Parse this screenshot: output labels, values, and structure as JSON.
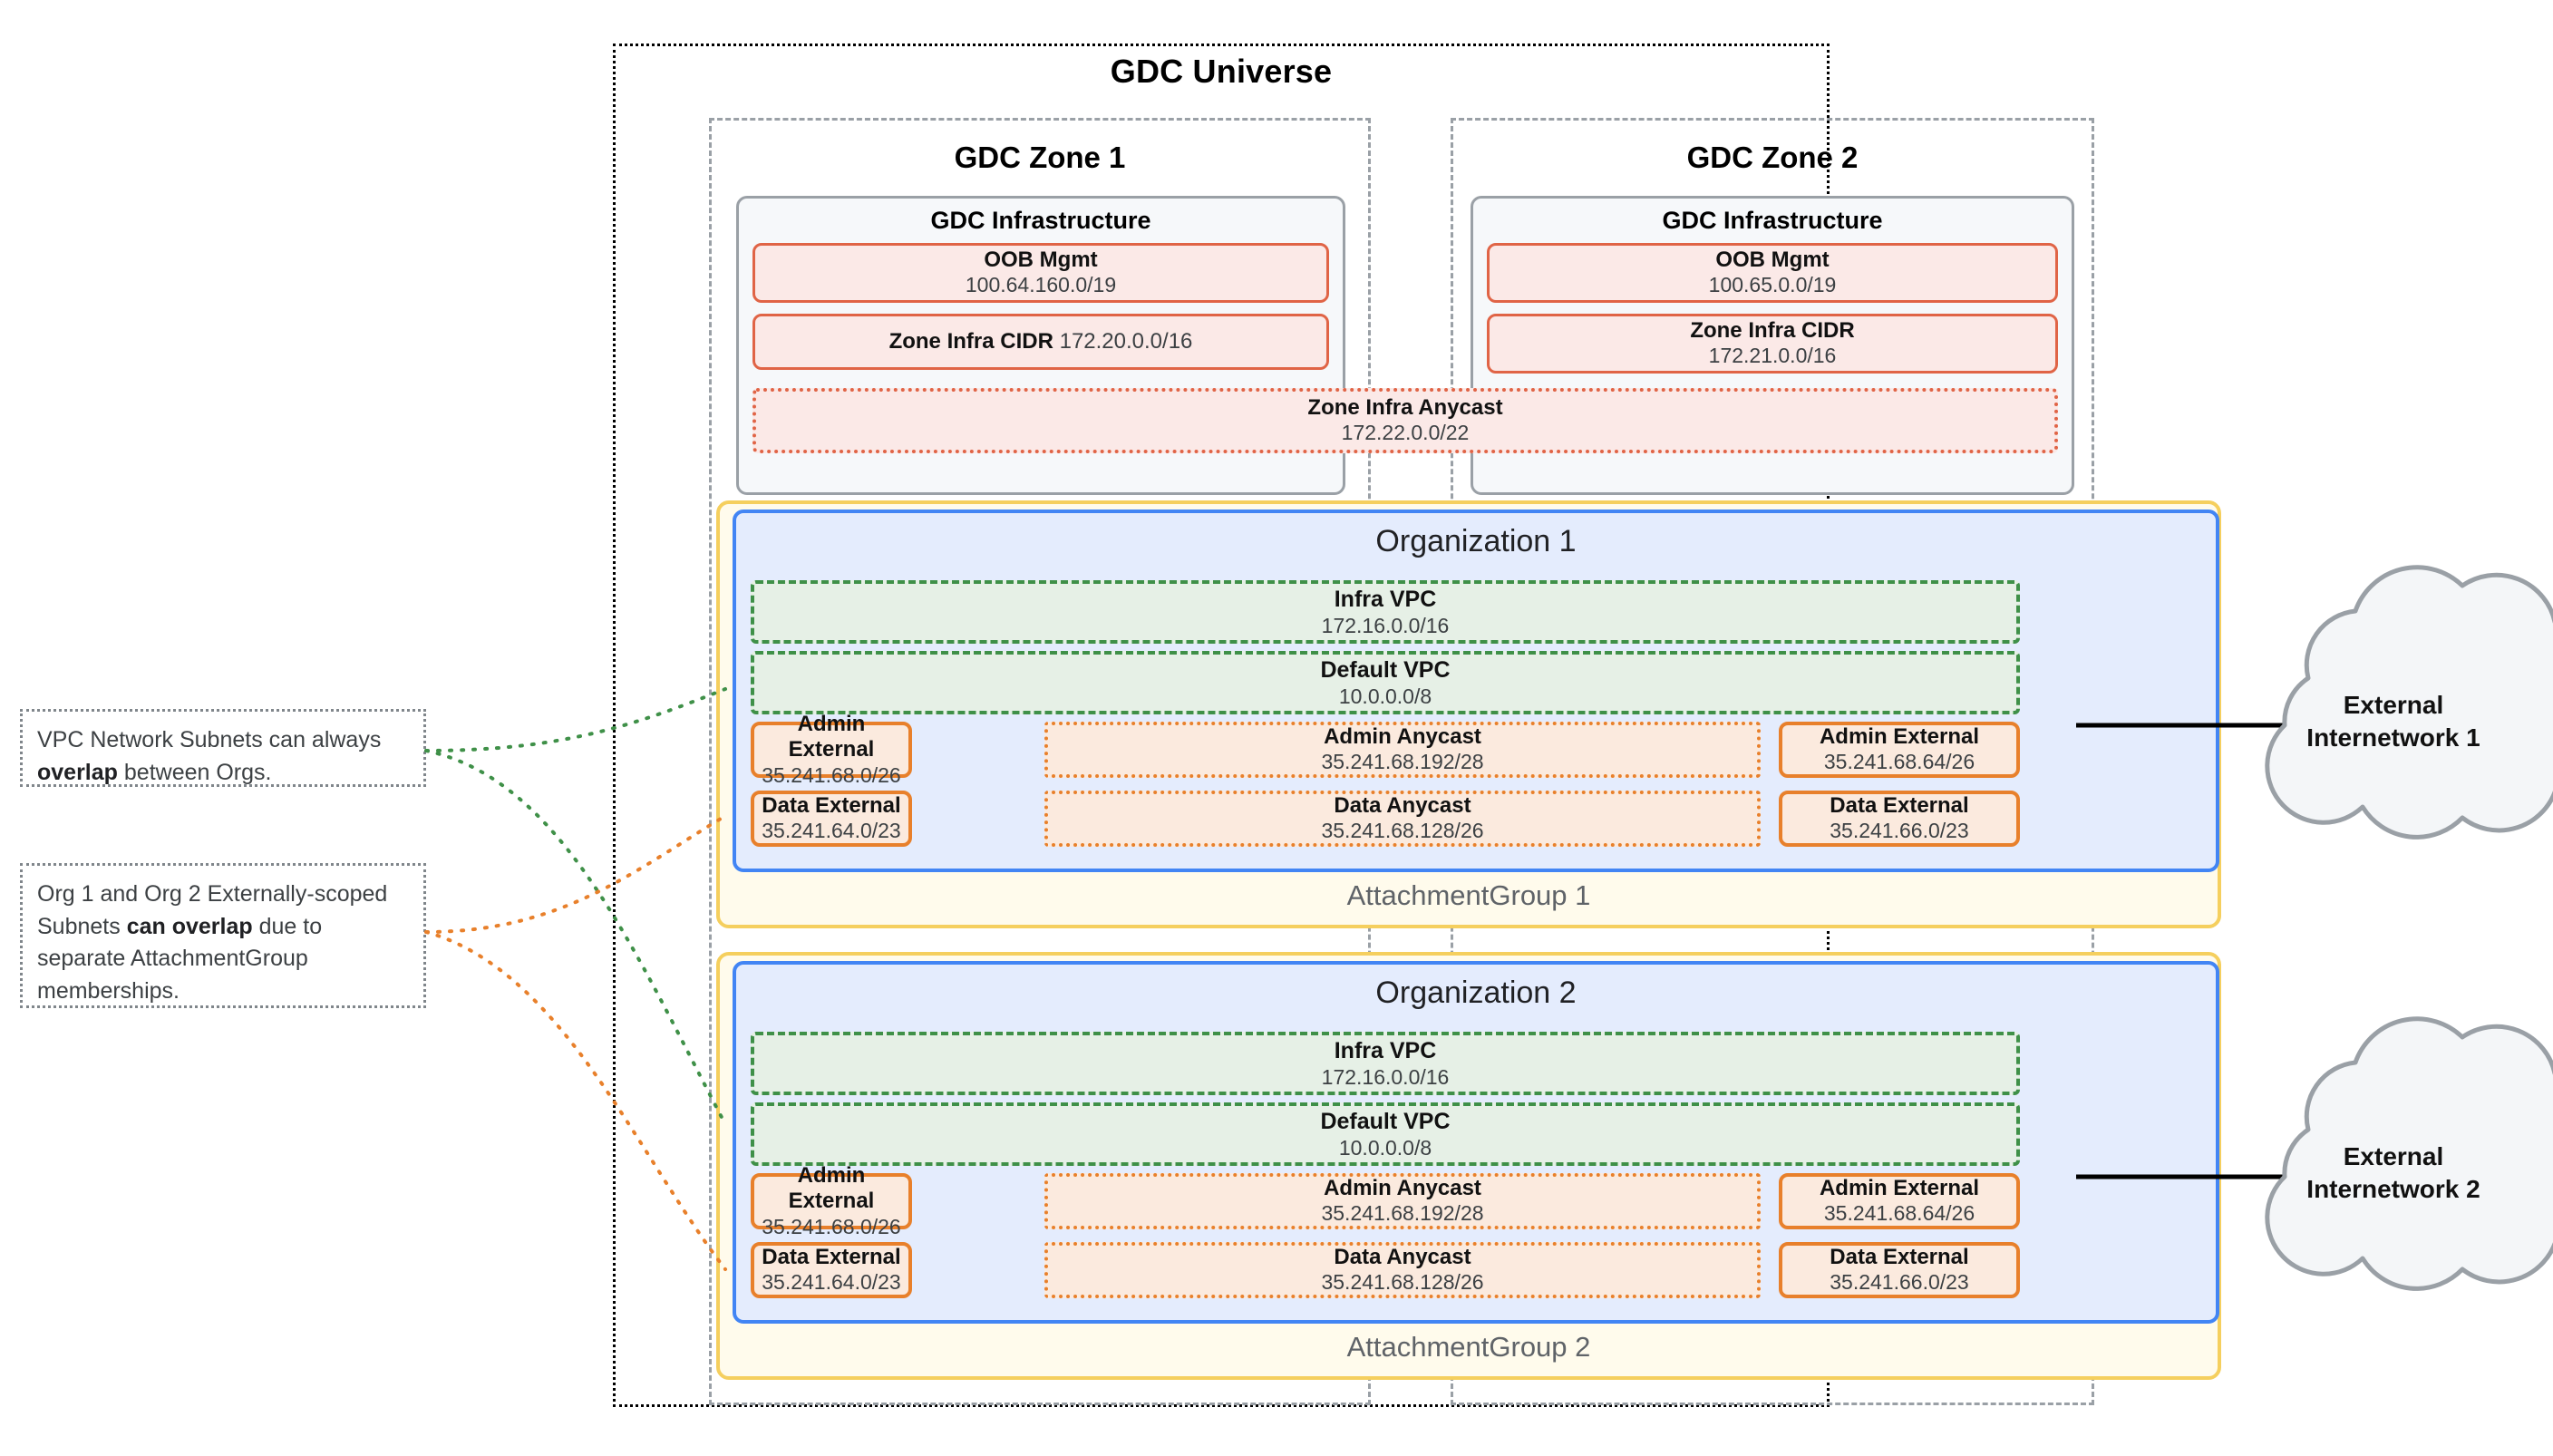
{
  "universe": {
    "title": "GDC Universe"
  },
  "zones": [
    {
      "title": "GDC Zone 1",
      "infra_title": "GDC Infrastructure",
      "oob": {
        "title": "OOB Mgmt",
        "cidr": "100.64.160.0/19"
      },
      "zone_infra_cidr": {
        "title": "Zone Infra CIDR",
        "cidr": "172.20.0.0/16",
        "inline": true
      }
    },
    {
      "title": "GDC Zone 2",
      "infra_title": "GDC Infrastructure",
      "oob": {
        "title": "OOB Mgmt",
        "cidr": "100.65.0.0/19"
      },
      "zone_infra_cidr": {
        "title": "Zone Infra CIDR",
        "cidr": "172.21.0.0/16",
        "inline": false
      }
    }
  ],
  "zone_infra_anycast": {
    "title": "Zone Infra Anycast",
    "cidr": "172.22.0.0/22"
  },
  "organizations": [
    {
      "title": "Organization 1",
      "attachment_group": "AttachmentGroup 1",
      "infra_vpc": {
        "title": "Infra VPC",
        "cidr": "172.16.0.0/16"
      },
      "default_vpc": {
        "title": "Default VPC",
        "cidr": "10.0.0.0/8"
      },
      "admin_external_left": {
        "title": "Admin External",
        "cidr": "35.241.68.0/26"
      },
      "admin_anycast": {
        "title": "Admin Anycast",
        "cidr": "35.241.68.192/28"
      },
      "admin_external_right": {
        "title": "Admin External",
        "cidr": "35.241.68.64/26"
      },
      "data_external_left": {
        "title": "Data External",
        "cidr": "35.241.64.0/23"
      },
      "data_anycast": {
        "title": "Data Anycast",
        "cidr": "35.241.68.128/26"
      },
      "data_external_right": {
        "title": "Data External",
        "cidr": "35.241.66.0/23"
      }
    },
    {
      "title": "Organization 2",
      "attachment_group": "AttachmentGroup 2",
      "infra_vpc": {
        "title": "Infra VPC",
        "cidr": "172.16.0.0/16"
      },
      "default_vpc": {
        "title": "Default VPC",
        "cidr": "10.0.0.0/8"
      },
      "admin_external_left": {
        "title": "Admin External",
        "cidr": "35.241.68.0/26"
      },
      "admin_anycast": {
        "title": "Admin Anycast",
        "cidr": "35.241.68.192/28"
      },
      "admin_external_right": {
        "title": "Admin External",
        "cidr": "35.241.68.64/26"
      },
      "data_external_left": {
        "title": "Data External",
        "cidr": "35.241.64.0/23"
      },
      "data_anycast": {
        "title": "Data Anycast",
        "cidr": "35.241.68.128/26"
      },
      "data_external_right": {
        "title": "Data External",
        "cidr": "35.241.66.0/23"
      }
    }
  ],
  "clouds": [
    {
      "line1": "External",
      "line2": "Internetwork 1"
    },
    {
      "line1": "External",
      "line2": "Internetwork 2"
    }
  ],
  "callouts": [
    {
      "text_before": "VPC Network Subnets can always ",
      "bold": "overlap",
      "text_after": " between Orgs."
    },
    {
      "text_before": "Org 1 and Org 2 Externally-scoped Subnets ",
      "bold": "can overlap",
      "text_after": " due to separate AttachmentGroup memberships."
    }
  ],
  "colors": {
    "universe_border": "#000000",
    "zone_border": "#9aa0a6",
    "infra_panel_bg": "#f6f8fa",
    "red_box_bg": "#fbe9e7",
    "red_box_border": "#e06446",
    "org_bg": "#e4ecfd",
    "org_border": "#4285f4",
    "attachment_group_bg": "#fffbec",
    "attachment_group_border": "#f5cf5e",
    "vpc_bg": "#e6f0e6",
    "vpc_border": "#3f9048",
    "subnet_bg": "#fbeade",
    "subnet_border": "#e8802b",
    "cloud_bg": "#f4f6f8",
    "cloud_border": "#9aa0a6",
    "leader_green": "#3f9048",
    "leader_orange": "#e8802b"
  }
}
